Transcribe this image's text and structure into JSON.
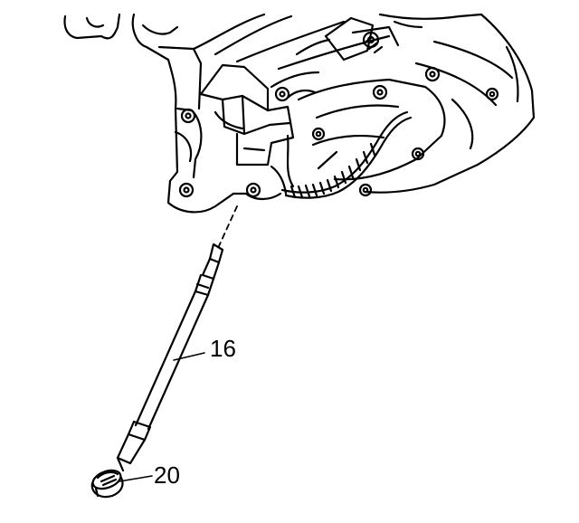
{
  "diagram": {
    "callouts": [
      {
        "id": "part-16",
        "label": "16"
      },
      {
        "id": "part-20",
        "label": "20"
      }
    ],
    "colors": {
      "line": "#000000",
      "background": "#ffffff"
    }
  }
}
